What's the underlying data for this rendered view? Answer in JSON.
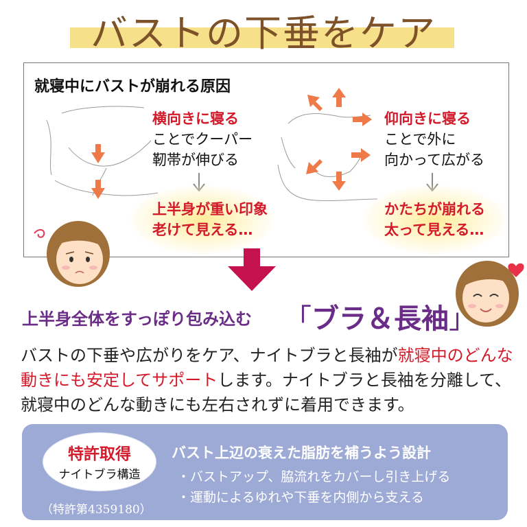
{
  "title": "バストの下垂をケア",
  "causes": {
    "heading": "就寝中にバストが崩れる原因",
    "side": {
      "label": "横向きに寝る",
      "line1": "ことでクーパー",
      "line2": "靭帯が伸びる",
      "result1": "上半身が重い印象",
      "result2": "老けて見える…"
    },
    "back": {
      "label": "仰向きに寝る",
      "line1": "ことで外に",
      "line2": "向かって広がる",
      "result1": "かたちが崩れる",
      "result2": "太って見える…"
    }
  },
  "subheading": "上半身全体をすっぽり包み込む",
  "product": {
    "open": "「",
    "name": "ブラ＆長袖",
    "close": "」"
  },
  "paragraph": {
    "p1": "バストの下垂や広がりをケア、ナイトブラと長袖が",
    "p2": "就寝中のどんな動きにも安定してサポート",
    "p3": "します。ナイトブラと長袖を分離して、就寝中のどんな動きにも左右されずに着用できます。"
  },
  "feature": {
    "badge_red": "特許取得",
    "badge_black": "ナイトブラ構造",
    "patent": "（特許第4359180）",
    "heading": "バスト上辺の衰えた脂肪を補うよう設計",
    "item1": "・バストアップ、脇流れをカバーし引き上げる",
    "item2": "・運動によるゆれや下垂を内側から支える"
  },
  "icons": [
    "down-arrow-icon",
    "worried-face",
    "happy-face",
    "heart-icon",
    "swirl-icon"
  ],
  "colors": {
    "title": "#7d5228",
    "highlight_band": "#f6e08a",
    "accent_red": "#d21a2a",
    "accent_purple": "#6a2c86",
    "arrow_orange": "#ee7a4a",
    "feature_box": "#9daad6"
  }
}
